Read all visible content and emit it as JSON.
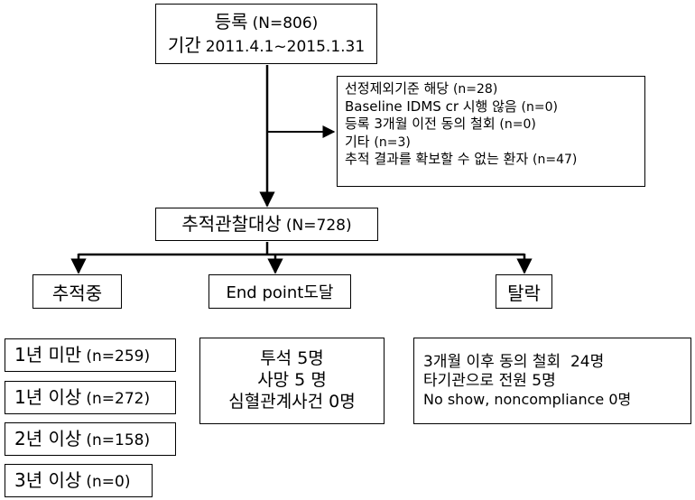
{
  "registration": {
    "line1_main": "등록",
    "line1_count": "(N=806)",
    "line2_main": "기간",
    "line2_period": "2011.4.1~2015.1.31"
  },
  "exclusion": {
    "items": [
      {
        "text": "선정제외기준 해당",
        "count": "(n=28)"
      },
      {
        "text": "Baseline IDMS cr 시행 않음",
        "count": "(n=0)"
      },
      {
        "text": "등록 3개월 이전 동의 철회",
        "count": "(n=0)"
      },
      {
        "text": "기타",
        "count": "(n=3)"
      },
      {
        "text": "추적 결과를 확보할 수 없는 환자",
        "count": "(n=47)"
      }
    ]
  },
  "followup_target": {
    "label": "추적관찰대상",
    "count": "(N=728)"
  },
  "branches": {
    "ongoing": "추적중",
    "endpoint": "End point도달",
    "dropout": "탈락"
  },
  "ongoing_breakdown": [
    {
      "label": "1년 미만",
      "count": "(n=259)"
    },
    {
      "label": "1년 이상",
      "count": "(n=272)"
    },
    {
      "label": "2년 이상",
      "count": "(n=158)"
    },
    {
      "label": "3년 이상",
      "count": "(n=0)"
    }
  ],
  "endpoint_details": [
    "투석 5명",
    "사망 5 명",
    "심혈관계사건 0명"
  ],
  "dropout_details": [
    "3개월 이후 동의 철회  24명",
    "타기관으로 전원 5명",
    "No show, noncompliance 0명"
  ]
}
